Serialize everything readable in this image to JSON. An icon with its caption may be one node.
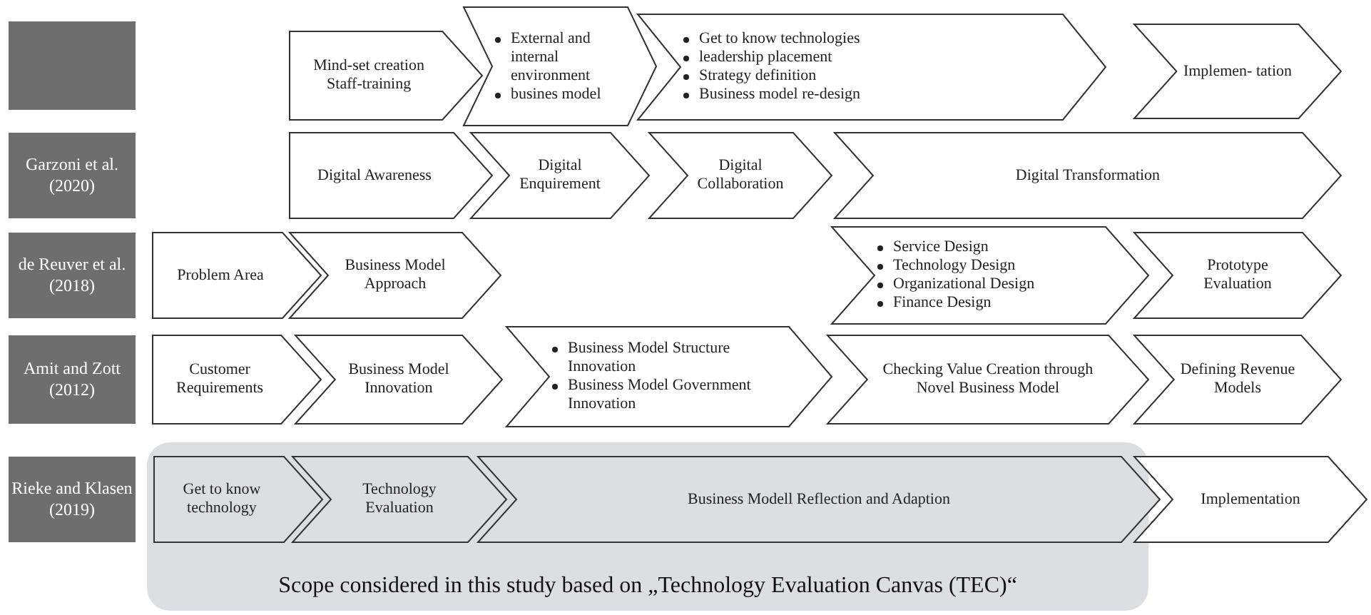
{
  "diagram": {
    "nodes": [
      {
        "text": [],
        "shape": "box"
      },
      {
        "text": [
          "Mind-set creation Staff-training"
        ]
      },
      {
        "text": [
          "External and internal environment",
          "busines model"
        ]
      },
      {
        "text": [
          "Get to know technologies",
          "leadership placement",
          "Strategy definition",
          "Business model re-design"
        ]
      },
      {
        "text": [
          "Implemen- tation"
        ]
      },
      {
        "text": [
          "Garzoni et al. (2020)"
        ]
      },
      {
        "text": [
          "Digital Awareness"
        ]
      },
      {
        "text": [
          "Digital Enquirement"
        ]
      },
      {
        "text": [
          "Digital Collaboration"
        ]
      },
      {
        "text": [
          "Digital Transformation"
        ]
      },
      {
        "text": [
          "de Reuver et al. (2018)"
        ]
      },
      {
        "text": [
          "Problem Area"
        ]
      },
      {
        "text": [
          "Business Model Approach"
        ]
      },
      {
        "text": [
          "Service Design",
          "Technology Design",
          "Organizational Design",
          "Finance Design"
        ]
      },
      {
        "text": [
          "Prototype Evaluation"
        ]
      },
      {
        "text": [
          "Amit and Zott (2012)"
        ]
      },
      {
        "text": [
          "Customer Requirements"
        ]
      },
      {
        "text": [
          "Business Model Innovation"
        ]
      },
      {
        "text": [
          "Business Model Structure Innovation",
          "Business Model Government Innovation"
        ]
      },
      {
        "text": [
          "Checking Value Creation through Novel Business Model"
        ]
      },
      {
        "text": [
          "Defining Revenue Models"
        ]
      },
      {
        "text": [
          "Rieke and Klasen (2019)"
        ]
      },
      {
        "text": [
          "Scope considered in this study based on „Technology Evaluation Canvas (TEC)“"
        ]
      },
      {
        "text": [
          "Get to know technology"
        ],
        "in": 22
      },
      {
        "text": [
          "Technology Evaluation"
        ],
        "in": 22
      },
      {
        "text": [
          "Business Modell Reflection and Adaption"
        ],
        "in": 22
      },
      {
        "text": [
          "Implementation"
        ]
      }
    ],
    "edges": []
  }
}
